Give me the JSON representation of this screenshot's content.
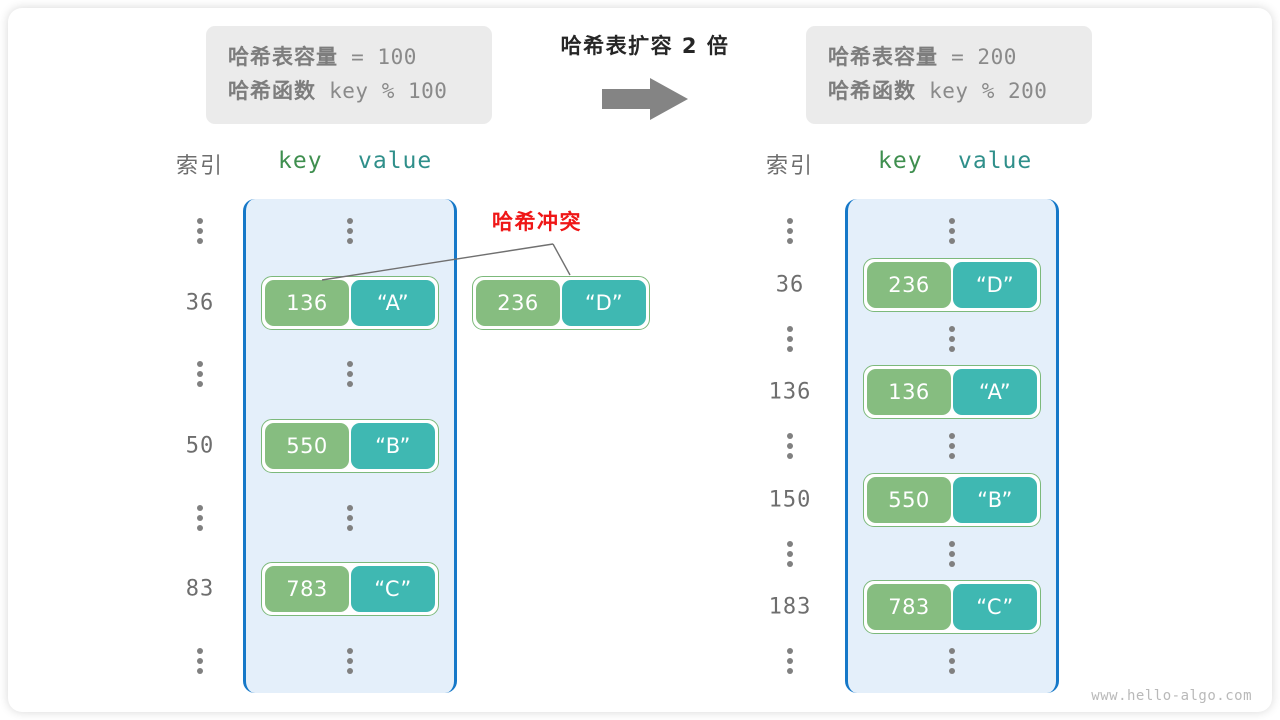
{
  "watermark": "www.hello-algo.com",
  "center": {
    "title": "哈希表扩容 2 倍",
    "arrow_icon": "arrow-right-icon"
  },
  "before": {
    "info": {
      "capacity_label": "哈希表容量",
      "capacity_expr": " = 100",
      "function_label": "哈希函数",
      "function_expr": " key % 100"
    },
    "headers": {
      "index": "索引",
      "key": "key",
      "value": "value"
    },
    "rows": [
      {
        "type": "ellipsis",
        "index": "",
        "key": "",
        "value": ""
      },
      {
        "type": "entry",
        "index": "36",
        "key": "136",
        "value": "“A”"
      },
      {
        "type": "ellipsis",
        "index": "",
        "key": "",
        "value": ""
      },
      {
        "type": "entry",
        "index": "50",
        "key": "550",
        "value": "“B”"
      },
      {
        "type": "ellipsis",
        "index": "",
        "key": "",
        "value": ""
      },
      {
        "type": "entry",
        "index": "83",
        "key": "783",
        "value": "“C”"
      },
      {
        "type": "ellipsis",
        "index": "",
        "key": "",
        "value": ""
      }
    ],
    "collision": {
      "label": "哈希冲突",
      "overflow_entry": {
        "key": "236",
        "value": "“D”"
      }
    }
  },
  "after": {
    "info": {
      "capacity_label": "哈希表容量",
      "capacity_expr": " = 200",
      "function_label": "哈希函数",
      "function_expr": " key % 200"
    },
    "headers": {
      "index": "索引",
      "key": "key",
      "value": "value"
    },
    "rows": [
      {
        "type": "ellipsis",
        "index": "",
        "key": "",
        "value": ""
      },
      {
        "type": "entry",
        "index": "36",
        "key": "236",
        "value": "“D”"
      },
      {
        "type": "ellipsis",
        "index": "",
        "key": "",
        "value": ""
      },
      {
        "type": "entry",
        "index": "136",
        "key": "136",
        "value": "“A”"
      },
      {
        "type": "ellipsis",
        "index": "",
        "key": "",
        "value": ""
      },
      {
        "type": "entry",
        "index": "150",
        "key": "550",
        "value": "“B”"
      },
      {
        "type": "ellipsis",
        "index": "",
        "key": "",
        "value": ""
      },
      {
        "type": "entry",
        "index": "183",
        "key": "783",
        "value": "“C”"
      },
      {
        "type": "ellipsis",
        "index": "",
        "key": "",
        "value": ""
      }
    ]
  },
  "colors": {
    "key_fill": "#86bd80",
    "value_fill": "#3fb8b2",
    "bucket_fill": "#e4effa",
    "bucket_border": "#1678c8",
    "collision_red": "#ef1717",
    "info_bg": "#ebebeb",
    "arrow_gray": "#848484"
  }
}
